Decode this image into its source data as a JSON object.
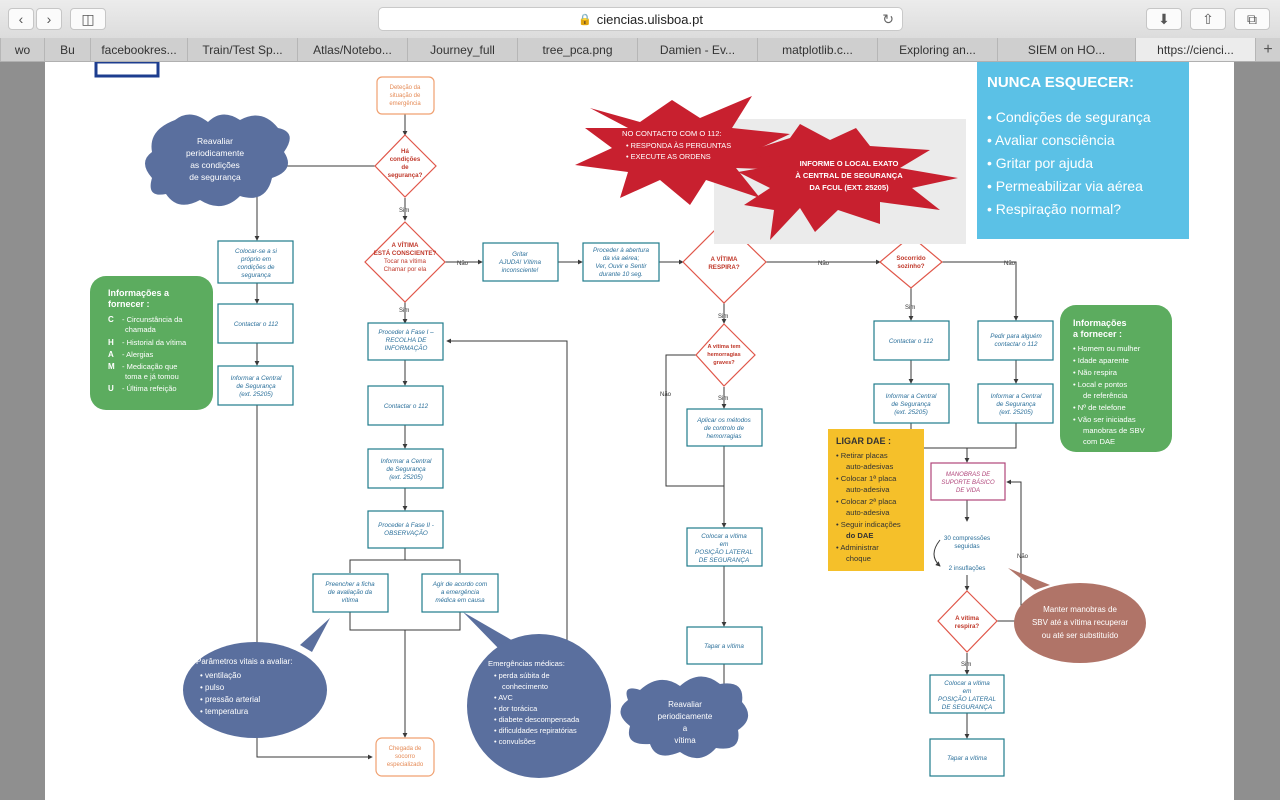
{
  "browser": {
    "url": "ciencias.ulisboa.pt",
    "tabs": [
      "wo",
      "Bu",
      "facebookres...",
      "Train/Test Sp...",
      "Atlas/Notebo...",
      "Journey_full",
      "tree_pca.png",
      "Damien - Ev...",
      "matplotlib.c...",
      "Exploring an...",
      "SIEM on HO...",
      "https://cienci..."
    ]
  },
  "flow": {
    "deteccao": [
      "Deteção da",
      "situação de",
      "emergência"
    ],
    "ha_condicoes": [
      "Há",
      "condições",
      "de",
      "segurança?"
    ],
    "reavaliar_cond": [
      "Reavaliar",
      "periodicamente",
      "as condições",
      "de segurança"
    ],
    "colocar_seguro": [
      "Colocar-se a si",
      "próprio em",
      "condições de",
      "segurança"
    ],
    "contactar_112": "Contactar o 112",
    "informar_central": [
      "Informar a Central",
      "de Segurança",
      "(ext. 25205)"
    ],
    "info_fornecer_title": [
      "Informações a",
      "fornecer :"
    ],
    "cham_items": [
      {
        "letter": "C",
        "lines": [
          "- Circunstância da",
          "chamada"
        ]
      },
      {
        "letter": "H",
        "lines": [
          "- Historial da vítima"
        ]
      },
      {
        "letter": "A",
        "lines": [
          "- Alergias"
        ]
      },
      {
        "letter": "M",
        "lines": [
          "- Medicação que",
          "toma e já tomou"
        ]
      },
      {
        "letter": "U",
        "lines": [
          "- Última refeição"
        ]
      }
    ],
    "vitima_consciente": [
      "A VÍTIMA",
      "ESTÁ CONSCIENTE?",
      "Tocar na vítima",
      "Chamar por ela"
    ],
    "fase1": [
      "Proceder à Fase I –",
      "RECOLHA DE",
      "INFORMAÇÃO"
    ],
    "fase2": [
      "Proceder à Fase II -",
      "OBSERVAÇÃO"
    ],
    "preencher": [
      "Preencher a ficha",
      "de avaliação da",
      "vítima"
    ],
    "agir": [
      "Agir de acordo com",
      "a emergência",
      "médica em causa"
    ],
    "param_title": "Parâmetros vitais a avaliar:",
    "param_items": [
      "ventilação",
      "pulso",
      "pressão arterial",
      "temperatura"
    ],
    "emerg_title": "Emergências médicas:",
    "emerg_items": [
      [
        "perda súbita de",
        "conhecimento"
      ],
      [
        "AVC"
      ],
      [
        "dor torácica"
      ],
      [
        "diabete descompensada"
      ],
      [
        "dificuldades repiratórias"
      ],
      [
        "convulsões"
      ]
    ],
    "chegada": [
      "Chegada de",
      "socorro",
      "especializado"
    ],
    "gritar": [
      "Gritar",
      "AJUDA! Vítima",
      "inconsciente!"
    ],
    "abertura": [
      "Proceder à abertura",
      "da via aérea;",
      "Ver, Ouvir e Sentir",
      "durante 10 seg."
    ],
    "respira": [
      "A VÍTIMA",
      "RESPIRA?"
    ],
    "hemorragias": [
      "A vítima tem",
      "hemorragias",
      "graves?"
    ],
    "aplicar": [
      "Aplicar os métodos",
      "de controlo de",
      "hemorragias"
    ],
    "pls": [
      "Colocar a vítima",
      "em",
      "POSIÇÃO LATERAL",
      "DE SEGURANÇA"
    ],
    "tapar": "Tapar a vítima",
    "reavaliar_vit": [
      "Reavaliar",
      "periodicamente",
      "a",
      "vítima"
    ],
    "socorrido": [
      "Socorrido",
      "sozinho?"
    ],
    "pedir": [
      "Pedir para alguém",
      "contactar o 112"
    ],
    "sbv": [
      "MANOBRAS DE",
      "SUPORTE BÁSICO",
      "DE VIDA"
    ],
    "compressoes": [
      "30 compressões",
      "seguidas"
    ],
    "insuflacoes": "2 insuflações",
    "vit_respira2": [
      "A vítima",
      "respira?"
    ],
    "manter": [
      "Manter manobras de",
      "SBV até a vítima recuperar",
      "ou até ser substituído"
    ],
    "dae_title": "LIGAR DAE :",
    "dae_items": [
      [
        "Retirar placas",
        "auto-adesivas"
      ],
      [
        "Colocar 1ª placa",
        "auto-adesiva"
      ],
      [
        "Colocar 2ª placa",
        "auto-adesiva"
      ],
      [
        "Seguir indicações",
        "do DAE"
      ],
      [
        "Administrar",
        "choque"
      ]
    ],
    "info2_title": [
      "Informações",
      "a fornecer :"
    ],
    "info2_items": [
      [
        "Homem ou mulher"
      ],
      [
        "Idade aparente"
      ],
      [
        "Não respira"
      ],
      [
        "Local e pontos",
        "de referência"
      ],
      [
        "Nº de telefone"
      ],
      [
        "Vão ser iniciadas",
        "manobras de SBV",
        "com DAE"
      ]
    ],
    "star1_title": "NO CONTACTO COM O 112:",
    "star1_items": [
      "RESPONDA ÀS PERGUNTAS",
      "EXECUTE AS ORDENS"
    ],
    "star2": [
      "INFORME O LOCAL EXATO",
      "À CENTRAL DE SEGURANÇA",
      "DA FCUL (EXT. 25205)"
    ],
    "nunca_title": "NUNCA ESQUECER:",
    "nunca_items": [
      "Condições de segurança",
      "Avaliar consciência",
      "Gritar por ajuda",
      "Permeabilizar via aérea",
      "Respiração normal?"
    ],
    "lbl_sim": "Sim",
    "lbl_nao": "Não"
  },
  "colors": {
    "blue_card": "#5bc1e6",
    "green_card": "#5cac5f",
    "yellow_card": "#f5c02a",
    "red_star": "#c8202f",
    "blob_blue": "#5a6f9e",
    "brown": "#b07468",
    "box_border": "#1f7b8b",
    "diamond": "#e0574a",
    "orange": "#f0a070"
  }
}
